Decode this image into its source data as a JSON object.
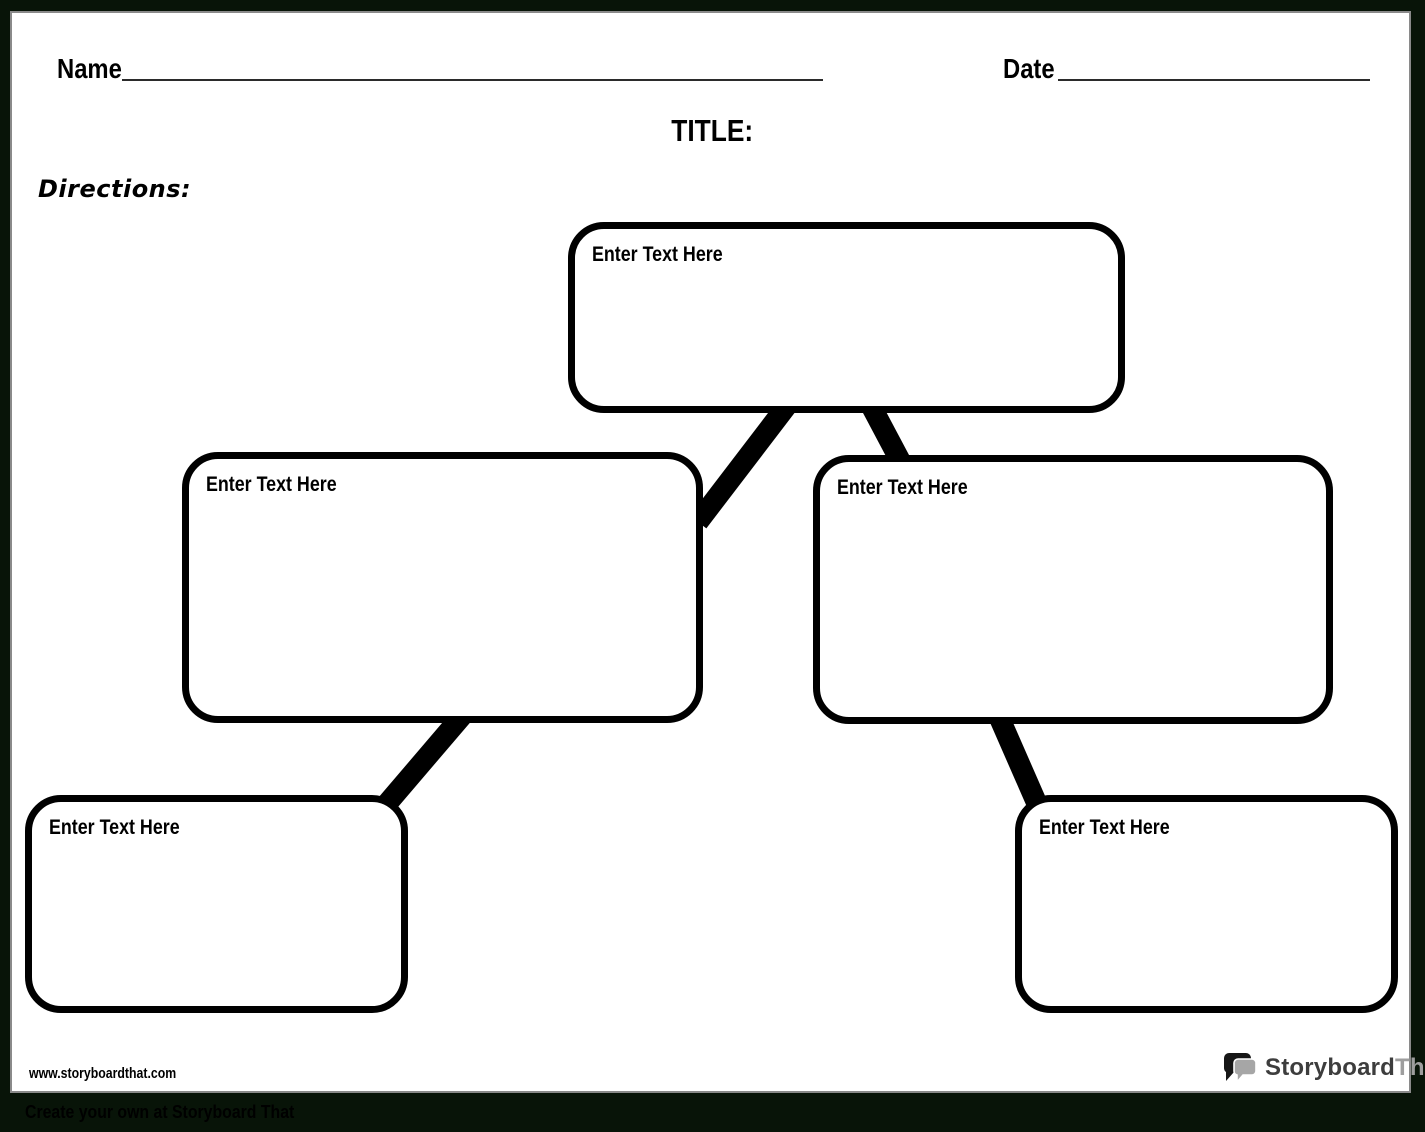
{
  "header": {
    "name_label": "Name",
    "date_label": "Date",
    "title_label": "TITLE:",
    "directions_label": "Directions:"
  },
  "nodes": [
    {
      "id": "top",
      "label": "Enter Text Here"
    },
    {
      "id": "middle-left",
      "label": "Enter Text Here"
    },
    {
      "id": "middle-right",
      "label": "Enter Text Here"
    },
    {
      "id": "bottom-left",
      "label": "Enter Text Here"
    },
    {
      "id": "bottom-right",
      "label": "Enter Text Here"
    }
  ],
  "footer": {
    "website_url": "www.storyboardthat.com",
    "logo_text_primary": "Storyboard",
    "logo_text_secondary": "That",
    "watermark_text": "Create your own at Storyboard That"
  },
  "icons": {
    "logo": "speech-bubbles-icon"
  },
  "colors": {
    "frame_background": "#081408",
    "page_background": "#ffffff",
    "page_edge": "#8a8a8a",
    "box_border": "#000000",
    "connector": "#000000",
    "logo_bubble_dark": "#161616",
    "logo_bubble_gray": "#a6a6a6",
    "logo_text_primary": "#3d3d3d",
    "logo_text_secondary": "#9e9e9e",
    "watermark_text": "#000000"
  }
}
